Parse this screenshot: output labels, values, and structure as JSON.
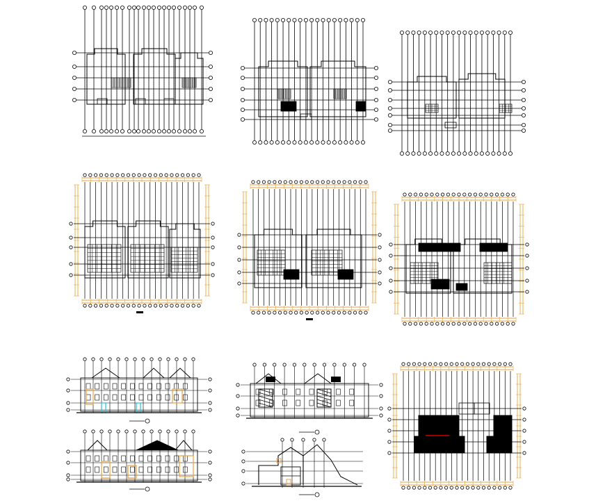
{
  "drawing": {
    "colors": {
      "line": "#000000",
      "dimension": "#e8a33c",
      "accent_red": "#d40000",
      "accent_cyan": "#27c0d8",
      "background": "#ffffff"
    },
    "panels": [
      {
        "name": "plan-grid-top-left",
        "kind": "grid-plan",
        "row": 1,
        "col": 1
      },
      {
        "name": "plan-grid-top-center",
        "kind": "grid-plan",
        "row": 1,
        "col": 2
      },
      {
        "name": "plan-grid-top-right",
        "kind": "grid-plan",
        "row": 1,
        "col": 3
      },
      {
        "name": "floor-plan-middle-left",
        "kind": "floor-plan",
        "row": 2,
        "col": 1
      },
      {
        "name": "floor-plan-middle-center",
        "kind": "floor-plan",
        "row": 2,
        "col": 2
      },
      {
        "name": "floor-plan-middle-right",
        "kind": "floor-plan",
        "row": 2,
        "col": 3
      },
      {
        "name": "elevation-front",
        "kind": "elevation",
        "row": 3,
        "col": 1
      },
      {
        "name": "elevation-rear",
        "kind": "elevation",
        "row": 3,
        "col": 1
      },
      {
        "name": "elevation-side",
        "kind": "elevation",
        "row": 3,
        "col": 2
      },
      {
        "name": "section-view",
        "kind": "section",
        "row": 3,
        "col": 2
      },
      {
        "name": "roof-plan",
        "kind": "roof-plan",
        "row": 3,
        "col": 3
      }
    ]
  }
}
